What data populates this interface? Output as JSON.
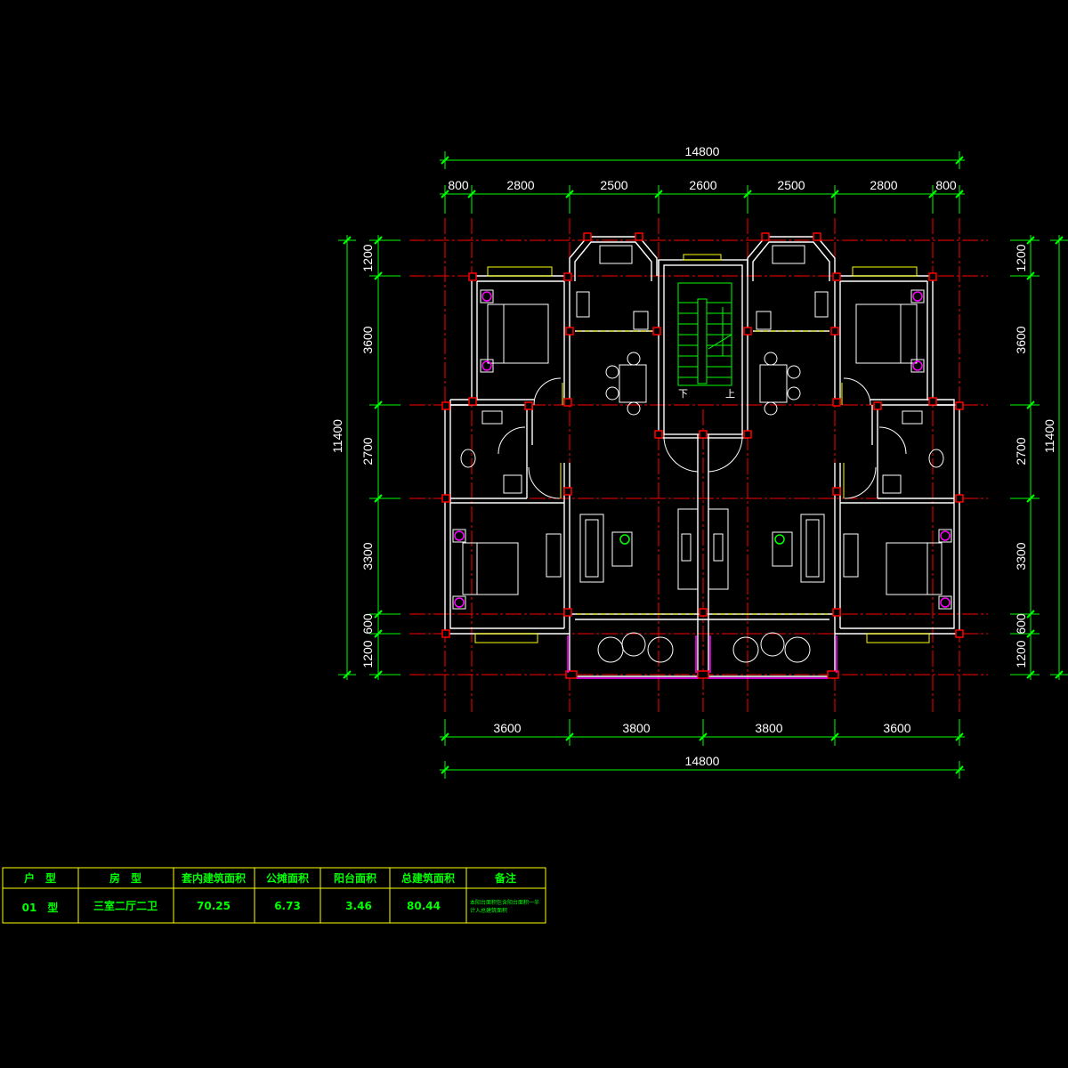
{
  "colors": {
    "background": "#000000",
    "wall": "#ffffff",
    "axis": "#ff0000",
    "dimension": "#00ff00",
    "column": "#ff0000",
    "window": "#ffff00",
    "balcony_rail": "#ff00ff",
    "table_border": "#ffff00",
    "table_text": "#00ff00",
    "dim_text": "#ffffff"
  },
  "dimensions": {
    "top_total": "14800",
    "top_segments": [
      "800",
      "2800",
      "2500",
      "2600",
      "2500",
      "2800",
      "800"
    ],
    "bottom_segments": [
      "3600",
      "3800",
      "3800",
      "3600"
    ],
    "bottom_total": "14800",
    "left_total": "11400",
    "right_total": "11400",
    "side_segments": [
      "1200",
      "3600",
      "2700",
      "3300",
      "600",
      "1200"
    ]
  },
  "stair_labels": {
    "down": "下",
    "up": "上"
  },
  "area_table": {
    "headers": [
      "户　型",
      "房　型",
      "套内建筑面积",
      "公摊面积",
      "阳台面积",
      "总建筑面积",
      "备注"
    ],
    "row": [
      "01　型",
      "三室二厅二卫",
      "70.25",
      "6.73",
      "3.46",
      "80.44"
    ],
    "note_lines": [
      "本阳台面积包含阳台面积一半",
      "计入总建筑面积"
    ]
  }
}
